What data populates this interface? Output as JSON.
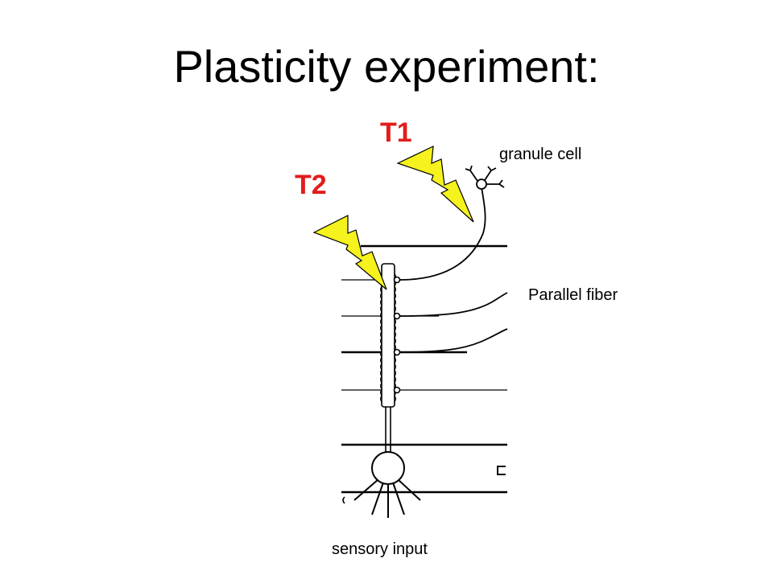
{
  "title": "Plasticity experiment:",
  "labels": {
    "t1": "T1",
    "t2": "T2",
    "granule_cell": "granule cell",
    "parallel_fiber": "Parallel fiber",
    "sensory_input": "sensory input"
  },
  "colors": {
    "stimulus_label": "#e31c1c",
    "bolt_fill": "#f5f21e",
    "line": "#000000",
    "background": "#ffffff"
  },
  "icons": {
    "stimulus": "lightning-bolt-icon"
  }
}
